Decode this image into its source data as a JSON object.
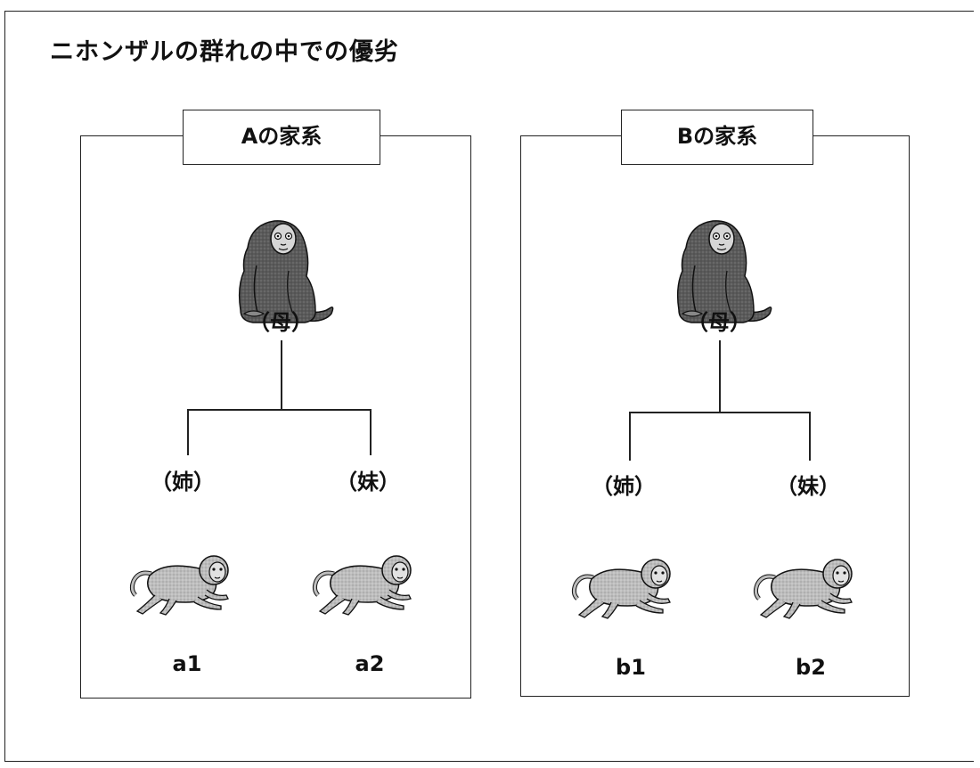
{
  "title": "ニホンザルの群れの中での優劣",
  "families": [
    {
      "label": "Aの家系",
      "mother_label": "（母）",
      "elder_label": "（姉）",
      "younger_label": "（妹）",
      "elder_name": "a1",
      "younger_name": "a2"
    },
    {
      "label": "Bの家系",
      "mother_label": "（母）",
      "elder_label": "（姉）",
      "younger_label": "（妹）",
      "elder_name": "b1",
      "younger_name": "b2"
    }
  ],
  "icons": {
    "adult": "sitting-monkey-icon",
    "child": "walking-monkey-icon"
  },
  "colors": {
    "line": "#222222",
    "adult_fur": "#5a5a5a",
    "child_fur": "#b9b9b9",
    "face": "#d8d8d8"
  }
}
